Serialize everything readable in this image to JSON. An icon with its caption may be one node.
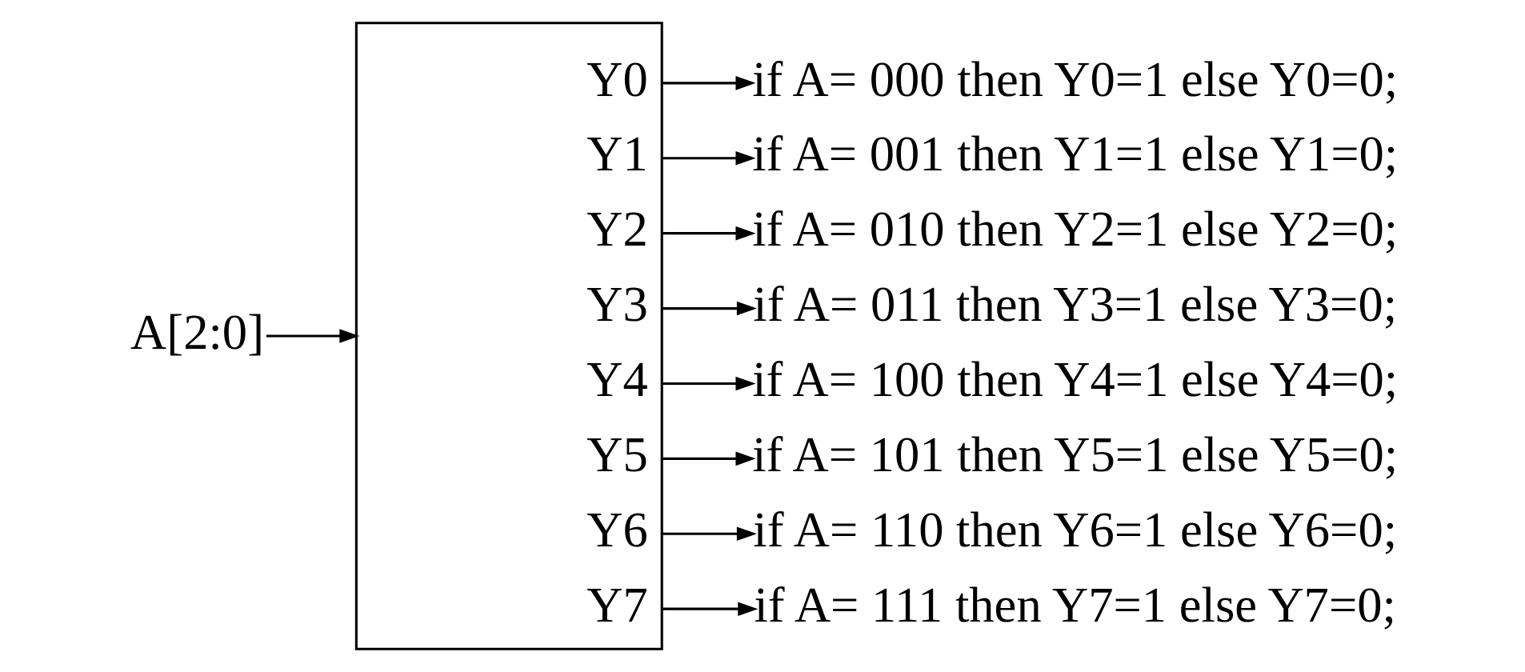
{
  "diagram": {
    "nodes": [
      {
        "text": [
          "Y0",
          "Y1",
          "Y2",
          "Y3",
          "Y4",
          "Y5",
          "Y6",
          "Y7"
        ]
      },
      {
        "text": [
          "A[2:0]"
        ]
      },
      {
        "text": [
          "if A= 000 then Y0=1 else Y0=0;"
        ]
      },
      {
        "text": [
          "if A= 001 then Y1=1 else Y1=0;"
        ]
      },
      {
        "text": [
          "if A= 010 then Y2=1 else Y2=0;"
        ]
      },
      {
        "text": [
          "if A= 011 then Y3=1 else Y3=0;"
        ]
      },
      {
        "text": [
          "if A= 100 then Y4=1 else Y4=0;"
        ]
      },
      {
        "text": [
          "if A= 101 then Y5=1 else Y5=0;"
        ]
      },
      {
        "text": [
          "if A= 110 then Y6=1 else Y6=0;"
        ]
      },
      {
        "text": [
          "if A= 111 then Y7=1 else Y7=0;"
        ]
      }
    ],
    "edges": [
      {
        "from": 1,
        "to": 0,
        "arrow": "to"
      },
      {
        "from": 0,
        "to": 2,
        "arrow": "to"
      },
      {
        "from": 0,
        "to": 3,
        "arrow": "to"
      },
      {
        "from": 0,
        "to": 4,
        "arrow": "to"
      },
      {
        "from": 0,
        "to": 5,
        "arrow": "to"
      },
      {
        "from": 0,
        "to": 6,
        "arrow": "to"
      },
      {
        "from": 0,
        "to": 7,
        "arrow": "to"
      },
      {
        "from": 0,
        "to": 8,
        "arrow": "to"
      },
      {
        "from": 0,
        "to": 9,
        "arrow": "to"
      }
    ]
  }
}
